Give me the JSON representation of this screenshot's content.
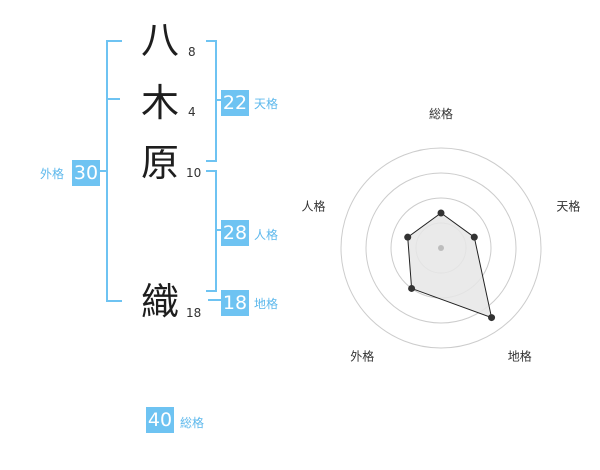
{
  "name": {
    "chars": [
      {
        "char": "八",
        "strokes": "8"
      },
      {
        "char": "木",
        "strokes": "4"
      },
      {
        "char": "原",
        "strokes": "10"
      },
      {
        "char": "織",
        "strokes": "18"
      }
    ]
  },
  "kaku": {
    "tenkaku": {
      "label": "天格",
      "value": "22"
    },
    "jinkaku": {
      "label": "人格",
      "value": "28"
    },
    "chikaku": {
      "label": "地格",
      "value": "18"
    },
    "gaikaku": {
      "label": "外格",
      "value": "30"
    },
    "soukaku": {
      "label": "総格",
      "value": "40"
    }
  },
  "colors": {
    "accent": "#6ec3f2",
    "grid": "#cccccc",
    "fill": "#e6e6e6",
    "line": "#222222"
  },
  "chart_data": {
    "type": "radar",
    "axes": [
      "総格",
      "天格",
      "地格",
      "外格",
      "人格"
    ],
    "values": [
      1.75,
      1.75,
      4.3,
      2.5,
      1.75
    ],
    "rmax": 5,
    "rings": 4,
    "center_marker": true
  }
}
